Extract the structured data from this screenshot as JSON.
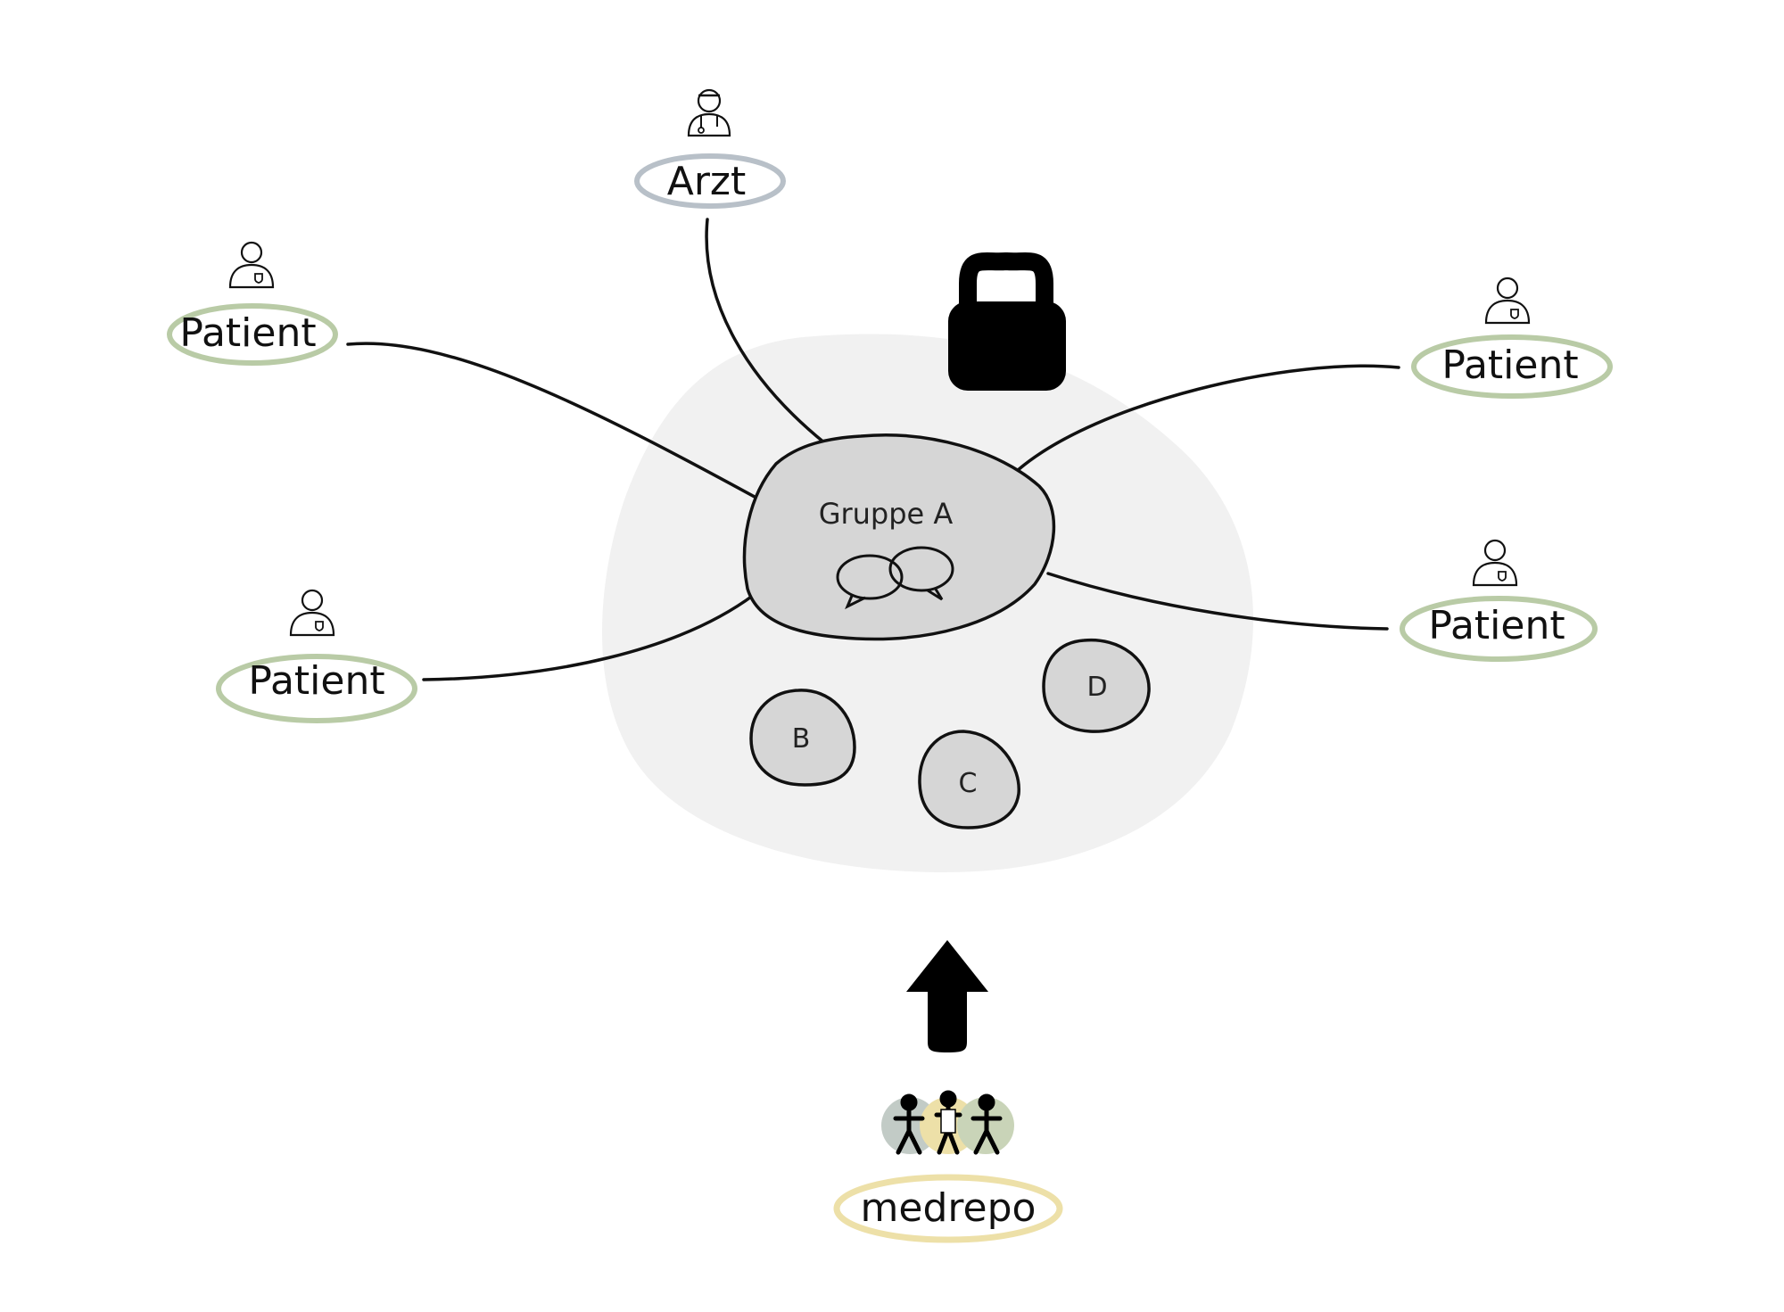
{
  "center": {
    "group_main": "Gruppe A",
    "groups": [
      "B",
      "C",
      "D"
    ]
  },
  "nodes": {
    "doctor": "Arzt",
    "patient_top_left": "Patient",
    "patient_bottom_left": "Patient",
    "patient_top_right": "Patient",
    "patient_bottom_right": "Patient"
  },
  "brand": {
    "name": "medrepo"
  },
  "icons": {
    "lock": "lock-icon",
    "chat": "chat-bubbles-icon",
    "arrow": "arrow-up-icon",
    "patient": "patient-icon",
    "doctor": "doctor-icon",
    "logo": "people-group-icon"
  },
  "colors": {
    "patient_ring": "#b9cba6",
    "doctor_ring": "#b8c0c8",
    "brand_ring": "#ede0a8",
    "cloud": "#f1f1f1",
    "group_fill": "#d6d6d6"
  }
}
